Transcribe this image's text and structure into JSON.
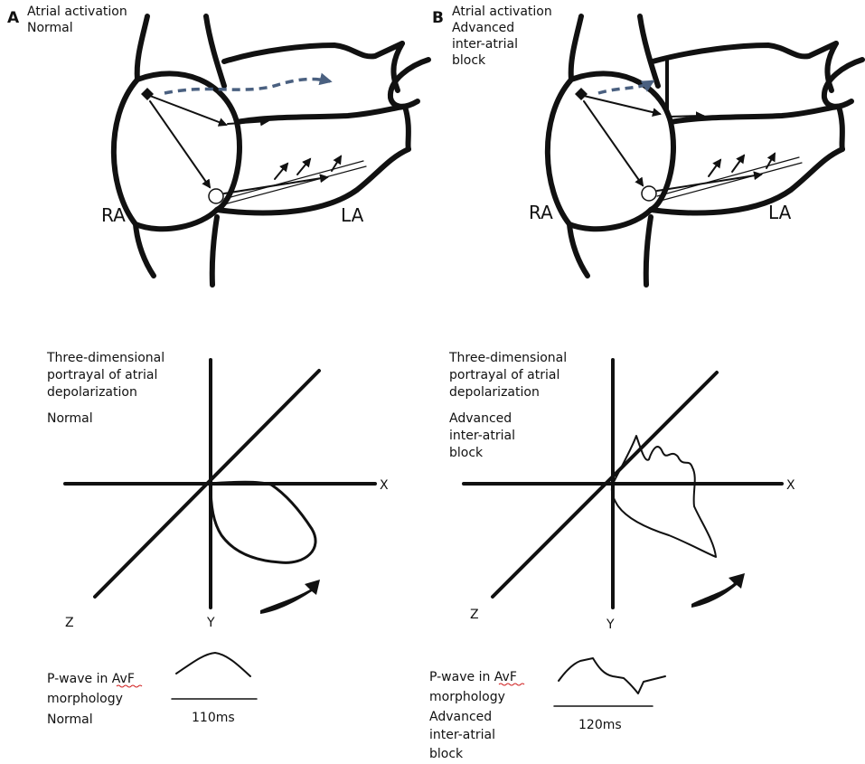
{
  "panel_a": {
    "letter": "A",
    "title_lines": [
      "Atrial activation",
      "Normal"
    ],
    "ra_label": "RA",
    "la_label": "LA",
    "diagram_title_lines": [
      "Three-dimensional",
      "portrayal of atrial",
      "depolarization",
      "Normal"
    ],
    "axis_x": "X",
    "axis_y": "Y",
    "axis_z": "Z",
    "pwave_lines": [
      "P-wave in AvF",
      "morphology",
      "Normal"
    ],
    "duration": "110ms"
  },
  "panel_b": {
    "letter": "B",
    "title_lines": [
      "Atrial activation",
      "Advanced",
      "inter-atrial",
      "block"
    ],
    "ra_label": "RA",
    "la_label": "LA",
    "diagram_title_lines": [
      "Three-dimensional",
      "portrayal of atrial",
      "depolarization",
      "Advanced",
      "inter-atrial",
      "block"
    ],
    "axis_x": "X",
    "axis_y": "Y",
    "axis_z": "Z",
    "pwave_lines": [
      "P-wave in AvF",
      "morphology",
      "Advanced",
      "inter-atrial",
      "block"
    ],
    "duration": "120ms"
  },
  "colors": {
    "ink": "#111111",
    "dashed_path": "#4a6080",
    "spellcheck": "#d02020"
  }
}
